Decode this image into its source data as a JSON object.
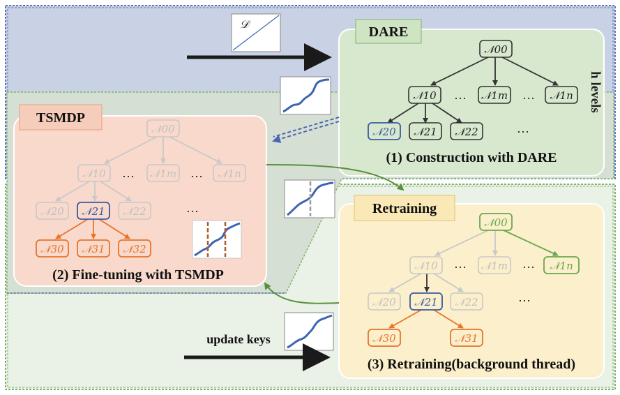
{
  "colors": {
    "top_band_fill": "#c9d2e4",
    "top_band_border": "#5b74b8",
    "bottom_band_fill": "#eaf1e6",
    "bottom_band_border": "#7fb26d",
    "dare_fill": "#d8e8cf",
    "tsmdp_fill": "#f8d9cc",
    "retrain_fill": "#fbefcc",
    "node_dark": "#333333",
    "node_gray": "#c8c8c8",
    "node_blue": "#3a5aa0",
    "node_orange": "#e8742a",
    "node_green": "#6aa84f",
    "arrow_black": "#1a1a1a",
    "arrow_green": "#5a8f3c",
    "arrow_blue": "#4a66b0",
    "curve_blue": "#3d64b0",
    "split_orange": "#b05a2a",
    "split_gray": "#999999"
  },
  "dataset_label": "𝒟",
  "dare": {
    "title": "DARE",
    "caption": "(1) Construction with DARE",
    "levels_label": "h levels",
    "nodes": {
      "n00": "𝒩00",
      "n10": "𝒩10",
      "n1m": "𝒩1m",
      "n1n": "𝒩1n",
      "n20": "𝒩20",
      "n21": "𝒩21",
      "n22": "𝒩22"
    },
    "ellipsis": "…"
  },
  "tsmdp": {
    "title": "TSMDP",
    "caption": "(2) Fine-tuning with TSMDP",
    "nodes": {
      "n00": "𝒩00",
      "n10": "𝒩10",
      "n1m": "𝒩1m",
      "n1n": "𝒩1n",
      "n20": "𝒩20",
      "n21": "𝒩21",
      "n22": "𝒩22",
      "n30": "𝒩30",
      "n31": "𝒩31",
      "n32": "𝒩32"
    },
    "ellipsis": "…"
  },
  "retraining": {
    "title": "Retraining",
    "caption": "(3) Retraining(background thread)",
    "nodes": {
      "n00": "𝒩00",
      "n10": "𝒩10",
      "n1m": "𝒩1m",
      "n1n": "𝒩1n",
      "n20": "𝒩20",
      "n21": "𝒩21",
      "n22": "𝒩22",
      "n30": "𝒩30",
      "n31": "𝒩31"
    },
    "ellipsis": "…"
  },
  "update_keys_label": "update keys"
}
